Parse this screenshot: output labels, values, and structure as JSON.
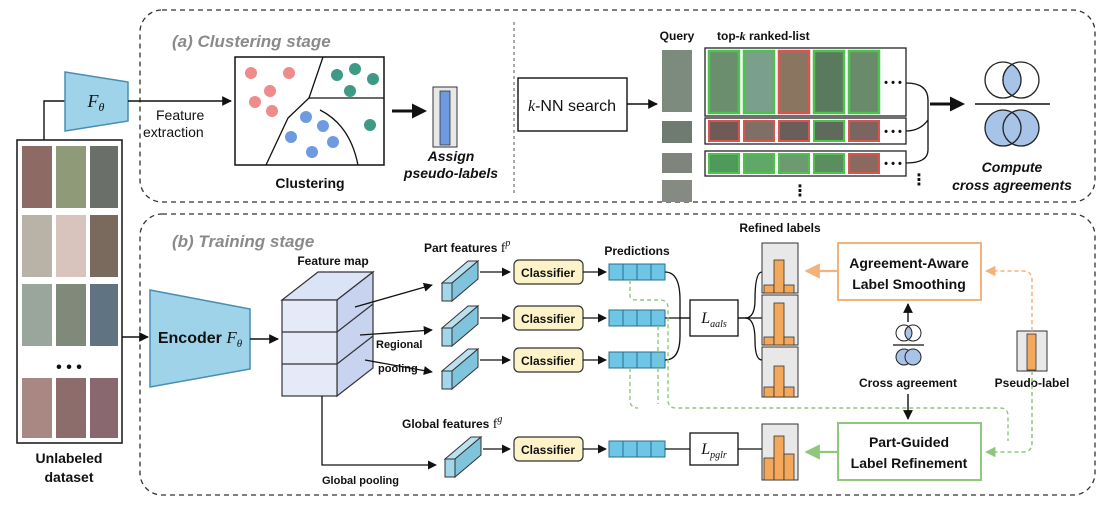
{
  "dataset": {
    "label_line1": "Unlabeled",
    "label_line2": "dataset",
    "ellipsis": "• • •"
  },
  "clustering_stage": {
    "title": "(a) Clustering stage",
    "model_label": "F",
    "model_sub": "θ",
    "feature_extraction_line1": "Feature",
    "feature_extraction_line2": "extraction",
    "clustering_label": "Clustering",
    "assign_line1": "Assign",
    "assign_line2": "pseudo-labels",
    "knn_label_k": "k",
    "knn_label_rest": "-NN search",
    "query_label": "Query",
    "topk_label_pre": "top-",
    "topk_label_k": "k",
    "topk_label_post": " ranked-list",
    "list_ellipsis": "• • •",
    "vertical_ellipsis": "⋮",
    "compute_line1": "Compute",
    "compute_line2": "cross agreements"
  },
  "training_stage": {
    "title": "(b) Training stage",
    "encoder_label": "Encoder ",
    "encoder_symbol": "F",
    "encoder_sub": "θ",
    "feature_map_label": "Feature map",
    "part_features_label": "Part features ",
    "part_features_symbol": "f",
    "part_features_sup": "p",
    "regional_pooling_line1": "Regional",
    "regional_pooling_line2": "pooling",
    "global_features_label": "Global features ",
    "global_features_symbol": "f",
    "global_features_sup": "g",
    "global_pooling_label": "Global pooling",
    "classifier_label": "Classifier",
    "predictions_label": "Predictions",
    "refined_labels_label": "Refined labels",
    "loss_aals_symbol": "L",
    "loss_aals_sub": "aals",
    "loss_pglr_symbol": "L",
    "loss_pglr_sub": "pglr",
    "aals_line1": "Agreement-Aware",
    "aals_line2": "Label Smoothing",
    "pglr_line1": "Part-Guided",
    "pglr_line2": "Label Refinement",
    "cross_agreement_label": "Cross agreement",
    "pseudo_label_label": "Pseudo-label"
  },
  "colors": {
    "encoder_fill": "#9fd3ea",
    "cluster_red": "#ee8b8b",
    "cluster_teal": "#3f9a85",
    "cluster_blue": "#6e9be0",
    "pseudo_bar": "#6e9be0",
    "refined_bar": "#f4a85c",
    "aals_border": "#f4b27a",
    "pglr_border": "#8fc87a",
    "prediction_cell": "#6ec6e6",
    "classifier_fill": "#fdf3c8",
    "match_green": "#4cc44c",
    "mismatch_red": "#d9534f"
  }
}
